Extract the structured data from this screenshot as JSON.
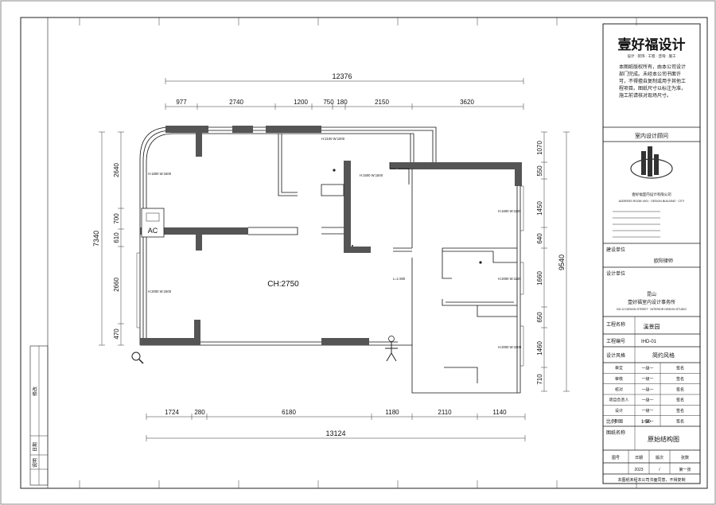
{
  "dimensions": {
    "top_total": "12376",
    "top_segments": [
      "977",
      "2740",
      "1200",
      "750",
      "180",
      "2150",
      "3620"
    ],
    "bottom_segments": [
      "1724",
      "280",
      "6180",
      "1180",
      "2110",
      "1140"
    ],
    "bottom_total": "13124",
    "left_segments": [
      "2640",
      "700",
      "610",
      "2660",
      "470"
    ],
    "left_total": "7340",
    "right_segments": [
      "1070",
      "550",
      "1450",
      "640",
      "1660",
      "650",
      "1460",
      "710"
    ],
    "right_total": "9540"
  },
  "plan": {
    "ac_label": "AC",
    "ceiling_height": "CH:2750",
    "door_tags": [
      "H:1800 W:1500",
      "H:2100 W:1000",
      "H:1500 W:1500",
      "H:1600 W:1100",
      "H:2000 W:1100",
      "H:2000 W:1500",
      "H:2000 W:1500"
    ],
    "small_tag": "L=1 800"
  },
  "title_block": {
    "logo_text": "壹好福设计",
    "logo_sub": "设计 · 装饰 · 工程 · 咨询 · 施工",
    "notice": "本图纸版权所有，由本公司设计部门完成。未经本公司书面许可，不得擅自复制或用于其他工程项目。图纸尺寸以标注为准，施工前请核对现场尺寸。",
    "consultant_label": "室内设计顾问",
    "firm_name_small": "壹好福室内设计有限公司",
    "firm_addr_small": "ADDRESS ROOM 1901 · DESIGN BUILDING · CITY",
    "client_label": "建设单位",
    "client_value": "欧阳律师",
    "design_unit_label": "设计单位",
    "design_unit_line1": "昆山",
    "design_unit_line2": "壹好福室内设计事务所",
    "design_unit_line3": "NO.12 DESIGN STREET · INTERIOR DESIGN STUDIO",
    "project_label": "工程名称",
    "project_value": "溪景园",
    "drawing_no_label": "工程编号",
    "drawing_no_value": "IHD-01",
    "style_label": "设计风格",
    "style_value": "简约风格",
    "rows": [
      {
        "label": "审定",
        "sig": "一级一",
        "tick": "签名"
      },
      {
        "label": "审核",
        "sig": "一级一",
        "tick": "签名"
      },
      {
        "label": "校对",
        "sig": "一级一",
        "tick": "签名"
      },
      {
        "label": "项目负责人",
        "sig": "一级一",
        "tick": "签名"
      },
      {
        "label": "设计",
        "sig": "一级一",
        "tick": "签名"
      },
      {
        "label": "制图",
        "sig": "一级一",
        "tick": "签名"
      }
    ],
    "scale_label": "比例",
    "scale_value": "1:50",
    "drawing_name_label": "图纸名称",
    "drawing_name_value": "原始结构图",
    "sheet_labels": [
      "图号",
      "日期",
      "版次",
      "张数"
    ],
    "sheet_values": [
      "",
      "2023",
      "/",
      "第一张"
    ],
    "footer": "本图纸未经本公司书面同意，不得复制"
  },
  "margin": {
    "revision_labels": [
      "修改",
      "日期",
      "说明"
    ]
  }
}
